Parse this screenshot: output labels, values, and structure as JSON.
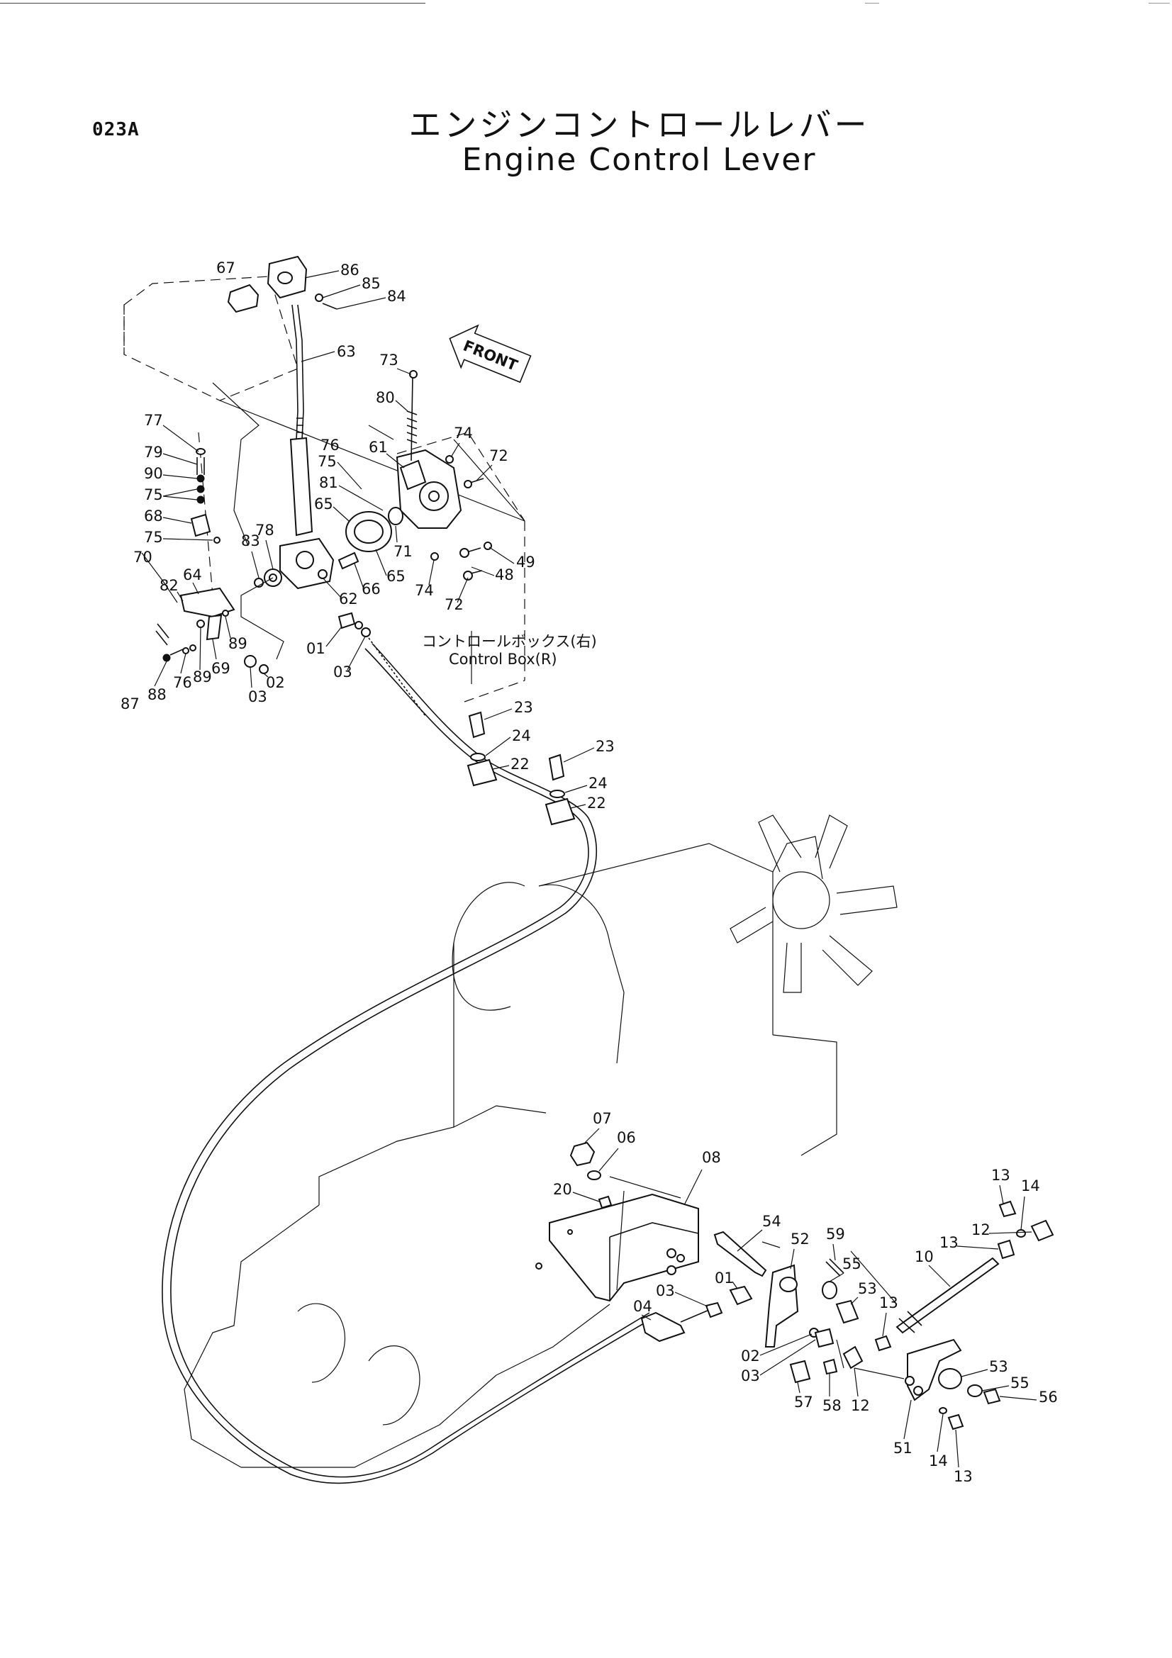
{
  "page_code": "023A",
  "title_jp": "エンジンコントロールレバー",
  "title_en": "Engine Control Lever",
  "front_label": "FRONT",
  "control_box_label_jp": "コントロールボックス(右)",
  "control_box_label_en": "Control Box(R)",
  "callouts": {
    "c67": "67",
    "c86": "86",
    "c85": "85",
    "c84": "84",
    "c63": "63",
    "c73": "73",
    "c80": "80",
    "c77": "77",
    "c79": "79",
    "c90": "90",
    "c75a": "75",
    "c68": "68",
    "c75b": "75",
    "c76a": "76",
    "c75c": "75",
    "c81": "81",
    "c65a": "65",
    "c61": "61",
    "c74a": "74",
    "c72a": "72",
    "c71": "71",
    "c65b": "65",
    "c66": "66",
    "c62": "62",
    "c49": "49",
    "c48": "48",
    "c74b": "74",
    "c72b": "72",
    "c83": "83",
    "c78": "78",
    "c70": "70",
    "c82": "82",
    "c64": "64",
    "c89a": "89",
    "c01a": "01",
    "c03a": "03",
    "c02a": "02",
    "c03b": "03",
    "c87": "87",
    "c88": "88",
    "c76b": "76",
    "c89b": "89",
    "c69": "69",
    "c23a": "23",
    "c24a": "24",
    "c22a": "22",
    "c23b": "23",
    "c24b": "24",
    "c22b": "22",
    "c07": "07",
    "c06": "06",
    "c08": "08",
    "c20": "20",
    "c54": "54",
    "c52": "52",
    "c59": "59",
    "c55a": "55",
    "c53a": "53",
    "c13a": "13",
    "c01b": "01",
    "c03c": "03",
    "c04": "04",
    "c02b": "02",
    "c03d": "03",
    "c57": "57",
    "c58": "58",
    "c12a": "12",
    "c13b": "13",
    "c14a": "14",
    "c12b": "12",
    "c13c": "13",
    "c10": "10",
    "c53b": "53",
    "c55b": "55",
    "c56": "56",
    "c51": "51",
    "c14b": "14",
    "c13d": "13"
  }
}
